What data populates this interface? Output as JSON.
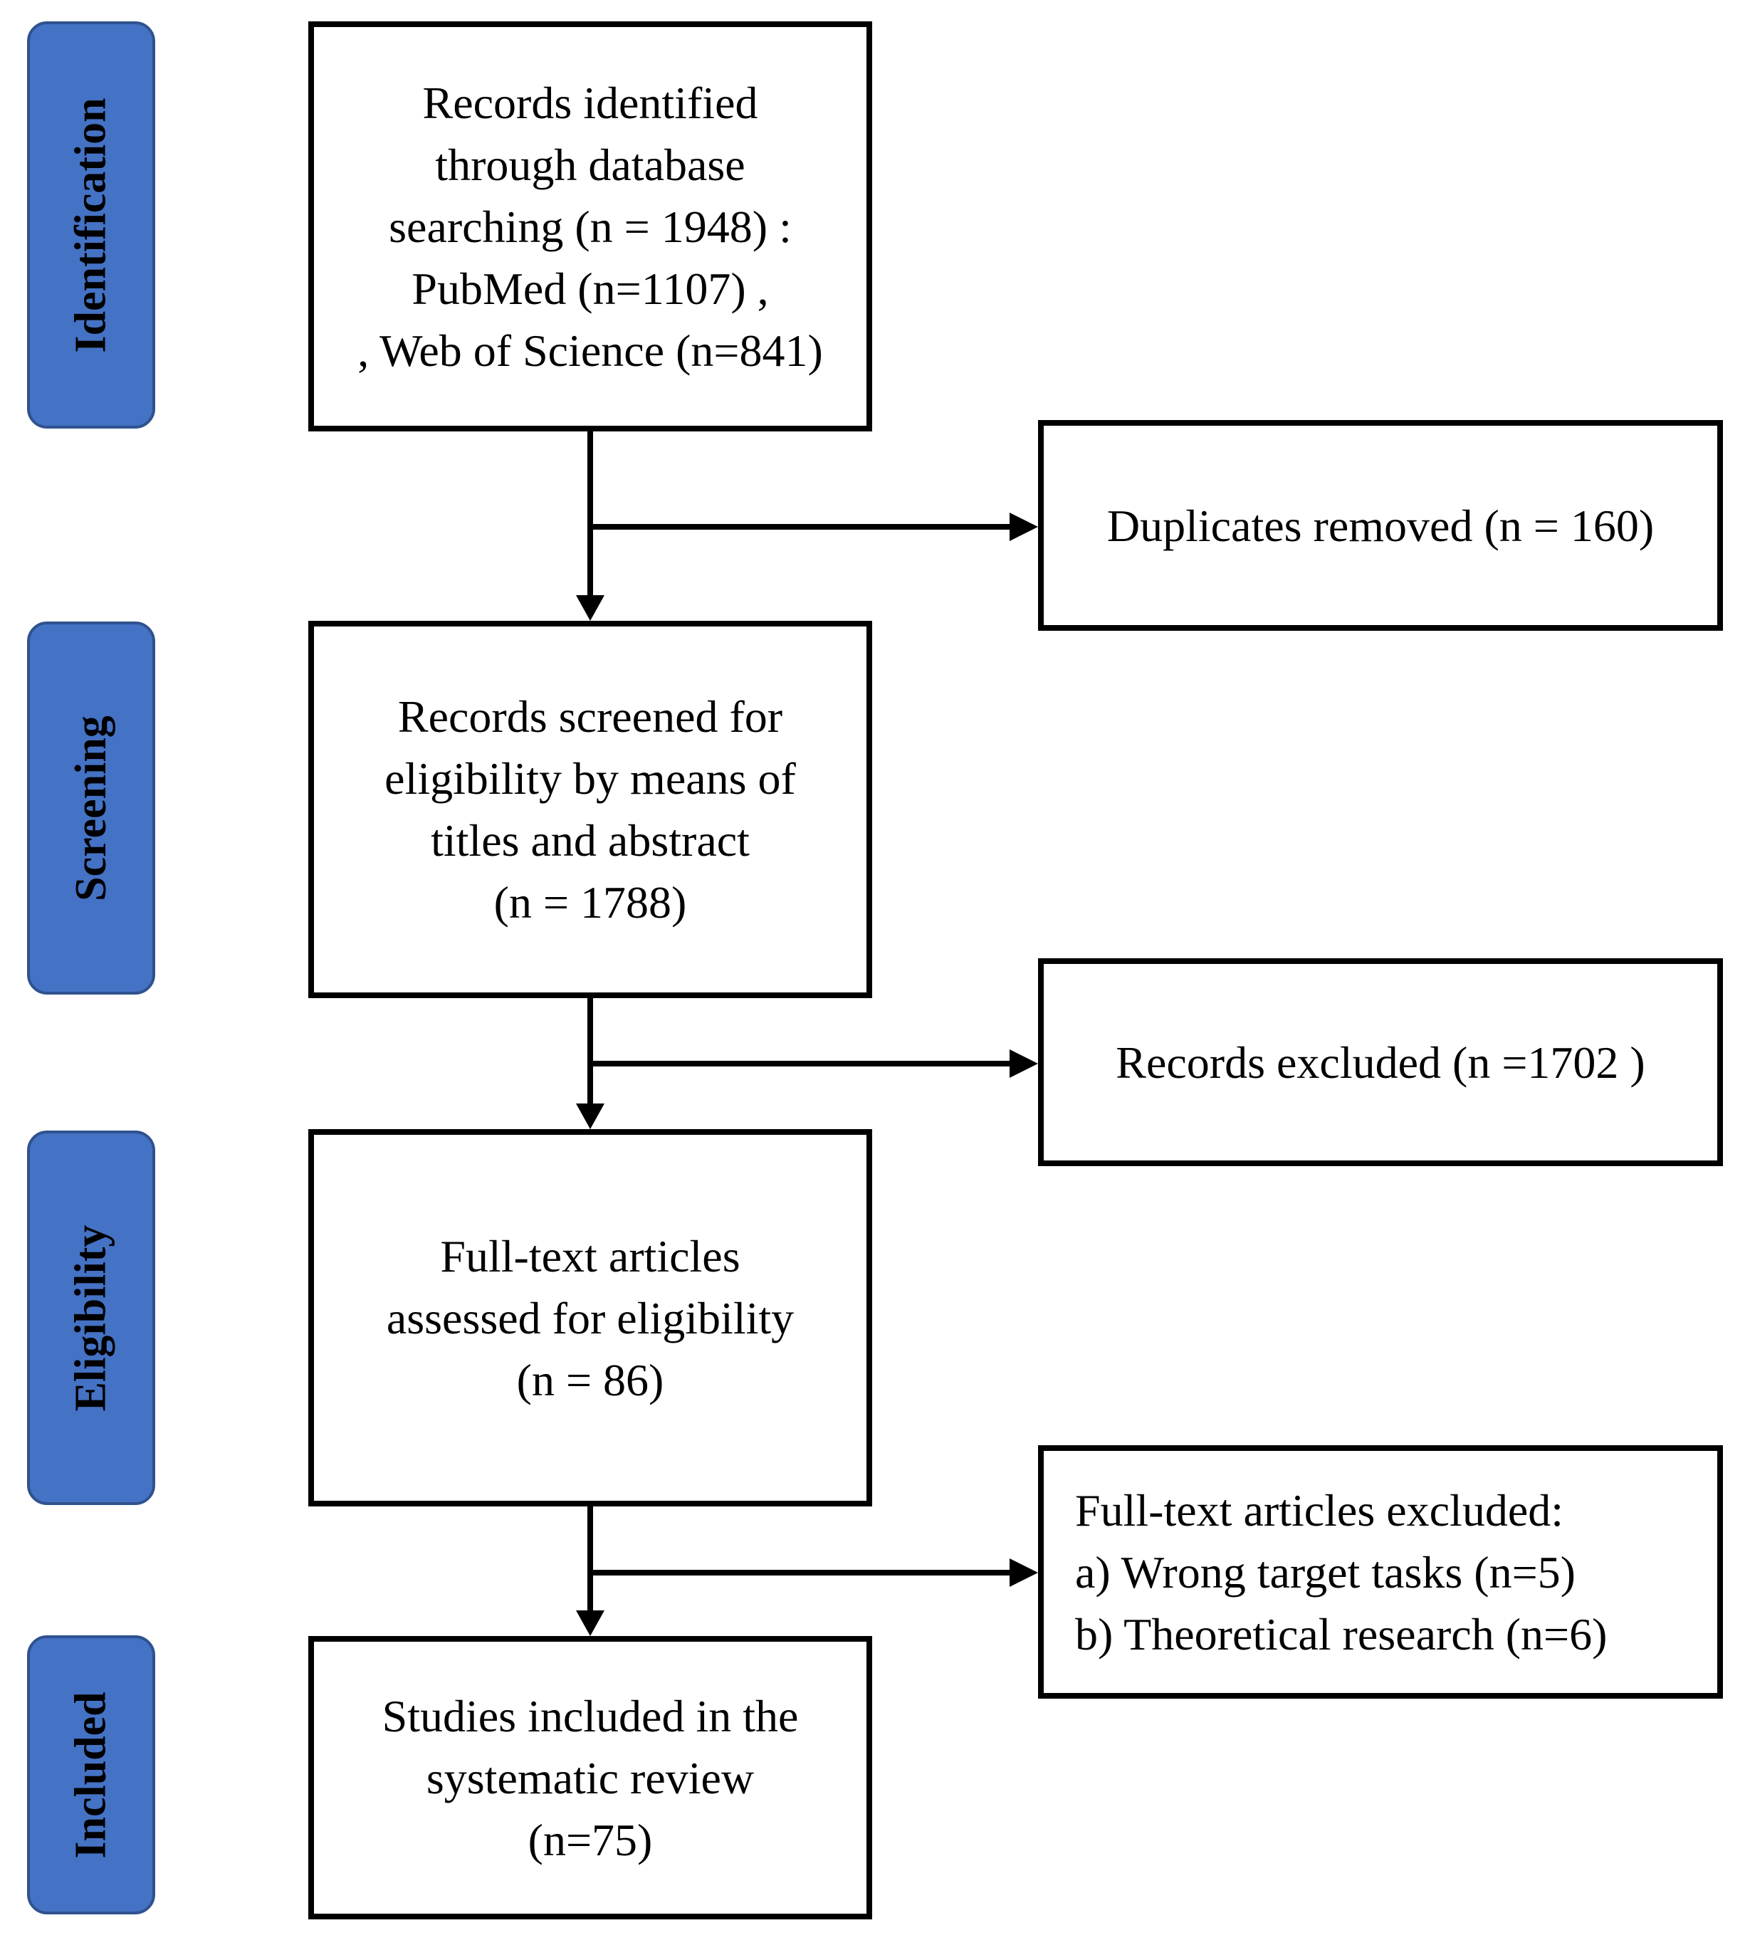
{
  "stages": [
    {
      "id": "identification",
      "label": "Identification"
    },
    {
      "id": "screening",
      "label": "Screening"
    },
    {
      "id": "eligibility",
      "label": "Eligibility"
    },
    {
      "id": "included",
      "label": "Included"
    }
  ],
  "boxes": {
    "identified": {
      "lines": [
        "Records identified",
        "through database",
        "searching (n = 1948) :",
        "PubMed (n=1107) ,",
        ", Web of Science (n=841)"
      ]
    },
    "duplicates": {
      "lines": [
        "Duplicates removed (n = 160)"
      ]
    },
    "screened": {
      "lines": [
        "Records screened for",
        "eligibility by means of",
        "titles and abstract",
        "(n = 1788)"
      ]
    },
    "records_excluded": {
      "lines": [
        "Records excluded (n =1702 )"
      ]
    },
    "fulltext_assessed": {
      "lines": [
        "Full-text articles",
        "assessed for eligibility",
        "(n = 86)"
      ]
    },
    "fulltext_excluded": {
      "lines": [
        "Full-text articles excluded:",
        "a) Wrong target tasks (n=5)",
        "b) Theoretical research (n=6)"
      ]
    },
    "included": {
      "lines": [
        "Studies included in the",
        "systematic review",
        "(n=75)"
      ]
    }
  },
  "colors": {
    "stage_fill": "#4472c4",
    "stage_border": "#2f528f",
    "line": "#000000"
  }
}
